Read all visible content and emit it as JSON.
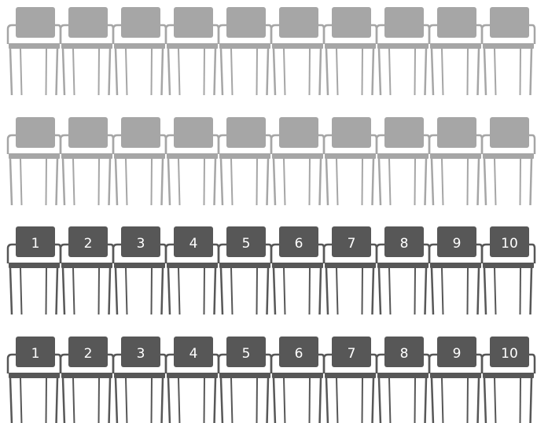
{
  "colors": {
    "unavailable": "#a6a6a6",
    "available": "#575757",
    "label": "#ffffff"
  },
  "rows": [
    {
      "status": "unavailable",
      "seats": [
        "",
        "",
        "",
        "",
        "",
        "",
        "",
        "",
        "",
        ""
      ]
    },
    {
      "status": "unavailable",
      "seats": [
        "",
        "",
        "",
        "",
        "",
        "",
        "",
        "",
        "",
        ""
      ]
    },
    {
      "status": "available",
      "seats": [
        "1",
        "2",
        "3",
        "4",
        "5",
        "6",
        "7",
        "8",
        "9",
        "10"
      ]
    },
    {
      "status": "available",
      "seats": [
        "1",
        "2",
        "3",
        "4",
        "5",
        "6",
        "7",
        "8",
        "9",
        "10"
      ]
    }
  ]
}
